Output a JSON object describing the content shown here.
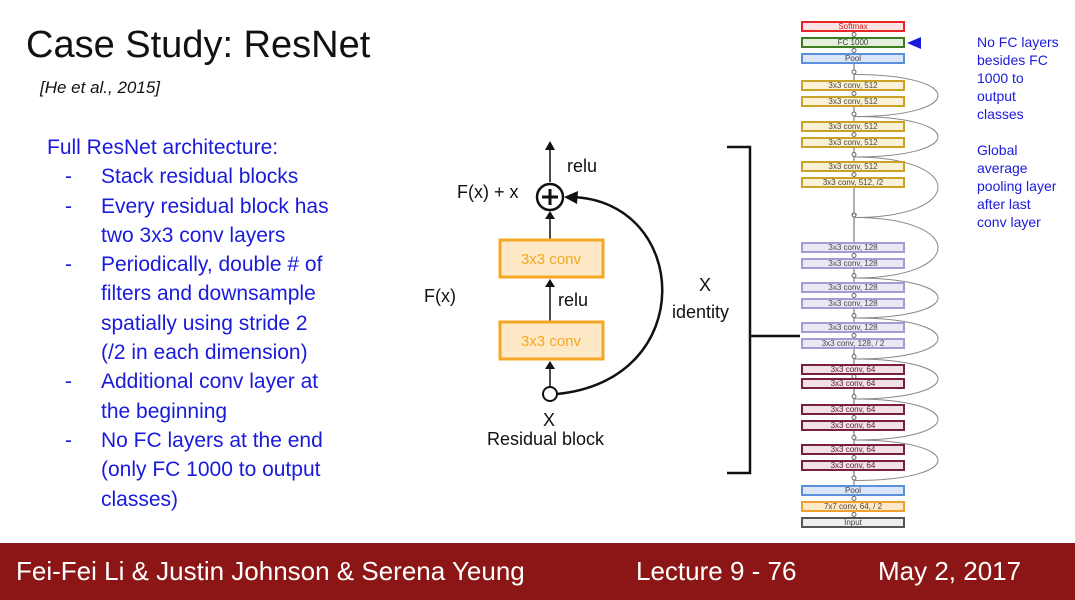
{
  "slide": {
    "title": "Case Study: ResNet",
    "citation": "[He et al., 2015]"
  },
  "bullets": {
    "lead": "Full ResNet architecture:",
    "items": [
      {
        "dash": "-",
        "lines": [
          "Stack residual blocks"
        ]
      },
      {
        "dash": "-",
        "lines": [
          "Every residual block has",
          "two 3x3 conv layers"
        ]
      },
      {
        "dash": "-",
        "lines": [
          "Periodically, double # of",
          "filters and downsample",
          "spatially using stride 2",
          "(/2 in each dimension)"
        ]
      },
      {
        "dash": "-",
        "lines": [
          "Additional conv layer at",
          "the beginning"
        ]
      },
      {
        "dash": "-",
        "lines": [
          "No FC layers at the end",
          "(only FC 1000 to output",
          "classes)"
        ]
      }
    ]
  },
  "block_diagram": {
    "relu_top": "relu",
    "fx_plus_x": "F(x) + x",
    "plus_symbol": "+",
    "conv_top": "3x3 conv",
    "relu_mid": "relu",
    "fx": "F(x)",
    "conv_bottom": "3x3 conv",
    "x_input": "X",
    "caption": "Residual block",
    "x_label": "X",
    "identity_label": "identity"
  },
  "architecture": {
    "layers": [
      {
        "label": "Softmax",
        "kind": "softmax"
      },
      {
        "label": "FC 1000",
        "kind": "fc"
      },
      {
        "label": "Pool",
        "kind": "pool"
      },
      {
        "label": "3x3 conv, 512",
        "kind": "c512"
      },
      {
        "label": "3x3 conv, 512",
        "kind": "c512"
      },
      {
        "label": "3x3 conv, 512",
        "kind": "c512"
      },
      {
        "label": "3x3 conv, 512",
        "kind": "c512"
      },
      {
        "label": "3x3 conv, 512",
        "kind": "c512"
      },
      {
        "label": "3x3 conv, 512, /2",
        "kind": "c512"
      },
      {
        "label": "3x3 conv, 128",
        "kind": "c128"
      },
      {
        "label": "3x3 conv, 128",
        "kind": "c128"
      },
      {
        "label": "3x3 conv, 128",
        "kind": "c128"
      },
      {
        "label": "3x3 conv, 128",
        "kind": "c128"
      },
      {
        "label": "3x3 conv, 128",
        "kind": "c128"
      },
      {
        "label": "3x3 conv, 128, / 2",
        "kind": "c128"
      },
      {
        "label": "3x3 conv, 64",
        "kind": "c64"
      },
      {
        "label": "3x3 conv, 64",
        "kind": "c64"
      },
      {
        "label": "3x3 conv, 64",
        "kind": "c64"
      },
      {
        "label": "3x3 conv, 64",
        "kind": "c64"
      },
      {
        "label": "3x3 conv, 64",
        "kind": "c64"
      },
      {
        "label": "3x3 conv, 64",
        "kind": "c64"
      },
      {
        "label": "Pool",
        "kind": "pool"
      },
      {
        "label": "7x7 conv, 64, / 2",
        "kind": "c7"
      },
      {
        "label": "Input",
        "kind": "input"
      }
    ],
    "ellipsis": "..",
    "colors": {
      "softmax": "#e8262a",
      "fc": "#3c7d22",
      "pool": "#5b8fdb",
      "c512": "#c9a227",
      "c128": "#a39bd4",
      "c64": "#7a1f3d",
      "c7": "#f0a030",
      "input": "#555555"
    }
  },
  "notes": {
    "fc": [
      "No FC layers",
      "besides FC",
      "1000 to",
      "output",
      "classes"
    ],
    "pool": [
      "Global",
      "average",
      "pooling layer",
      "after last",
      "conv layer"
    ]
  },
  "footer": {
    "authors": "Fei-Fei Li & Justin Johnson & Serena Yeung",
    "lecture": "Lecture 9 - 76",
    "date": "May 2, 2017"
  },
  "theme": {
    "accent_blue": "#1a1adb",
    "conv_orange": "#f5a623",
    "footer_red": "#8c1515"
  }
}
